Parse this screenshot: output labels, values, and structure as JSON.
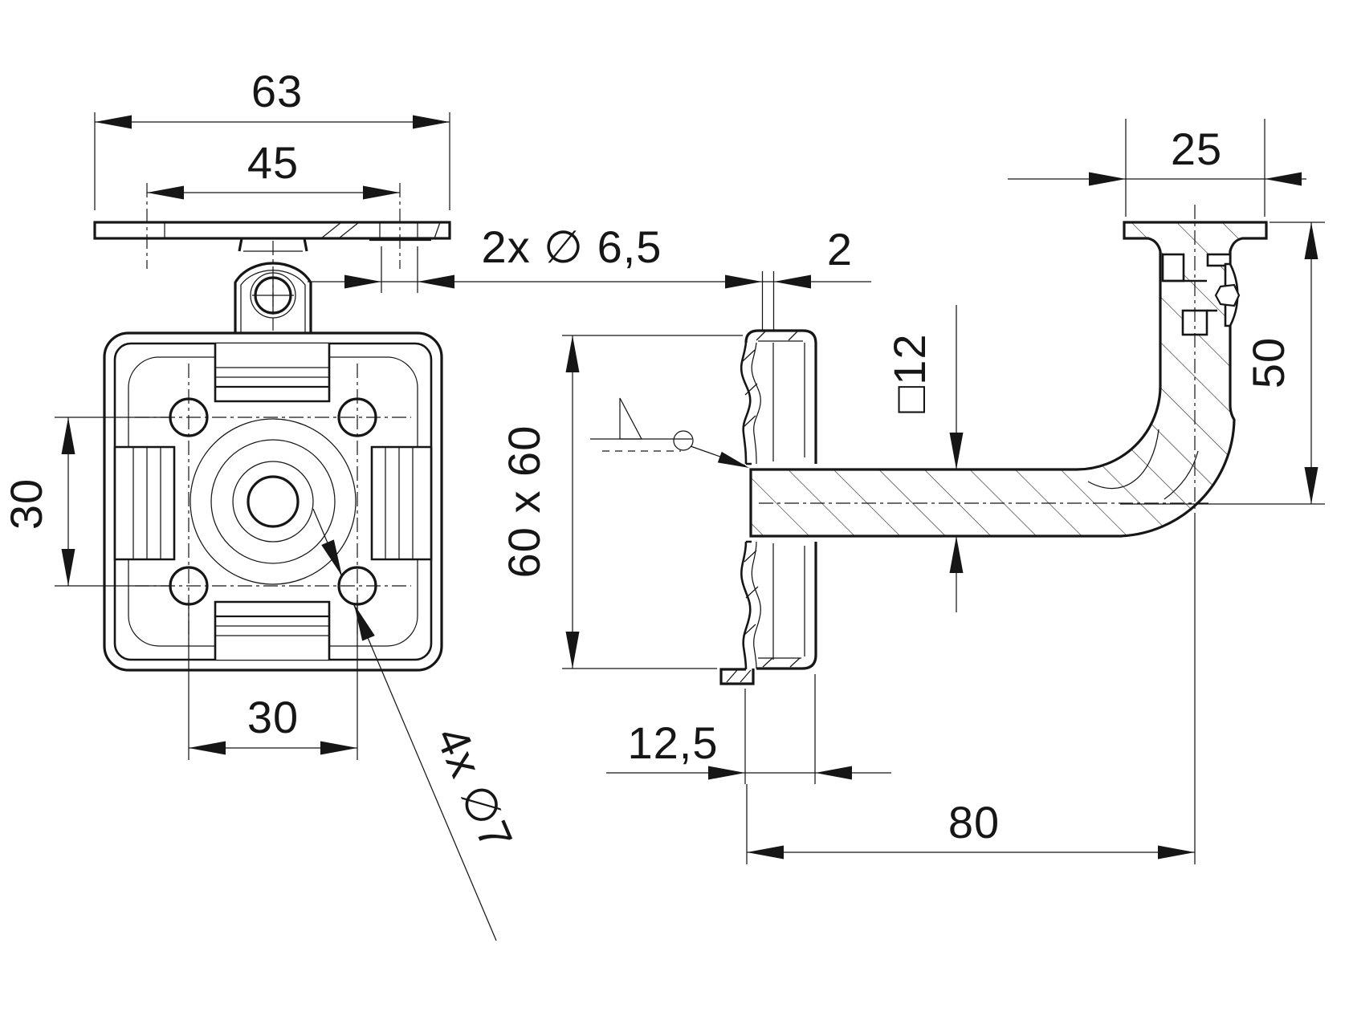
{
  "drawing_title": "Handrail bracket - dimensioned technical drawing, front and side views",
  "colors": {
    "line": "#161616",
    "background": "#ffffff"
  },
  "dims": {
    "saddle_width": "63",
    "saddle_hole_spacing": "45",
    "saddle_holes": "2x ∅ 6,5",
    "sheet_thickness": "2",
    "saddle_depth": "25",
    "hole_spacing_vertical": "30",
    "hole_spacing_horizontal": "30",
    "mount_holes": "4x ∅7",
    "wall_plate_size": "60 x 60",
    "arm_section": "□12",
    "drop_height": "50",
    "plate_depth": "12,5",
    "arm_length": "80"
  }
}
